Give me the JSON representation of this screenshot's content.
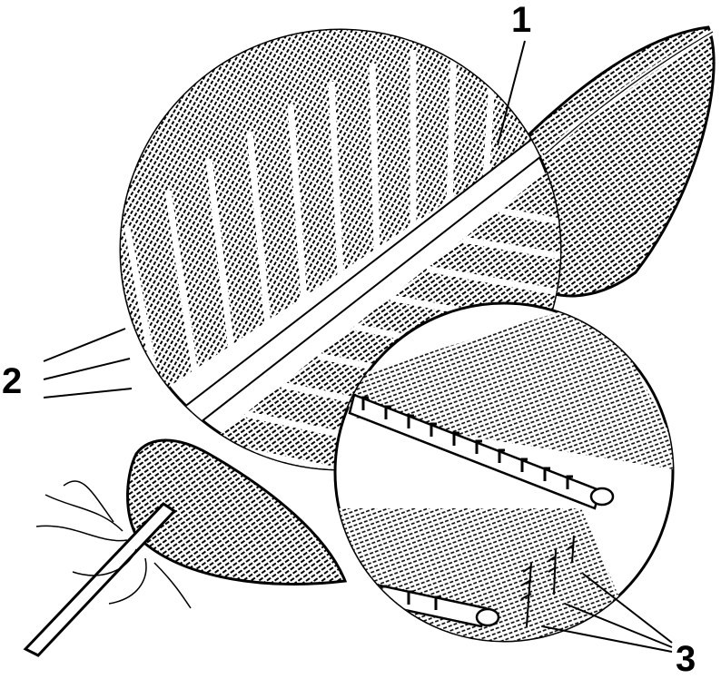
{
  "labels": {
    "label_1": "1",
    "label_2": "2",
    "label_3": "3"
  },
  "colors": {
    "ink": "#000000",
    "paper": "#ffffff"
  }
}
